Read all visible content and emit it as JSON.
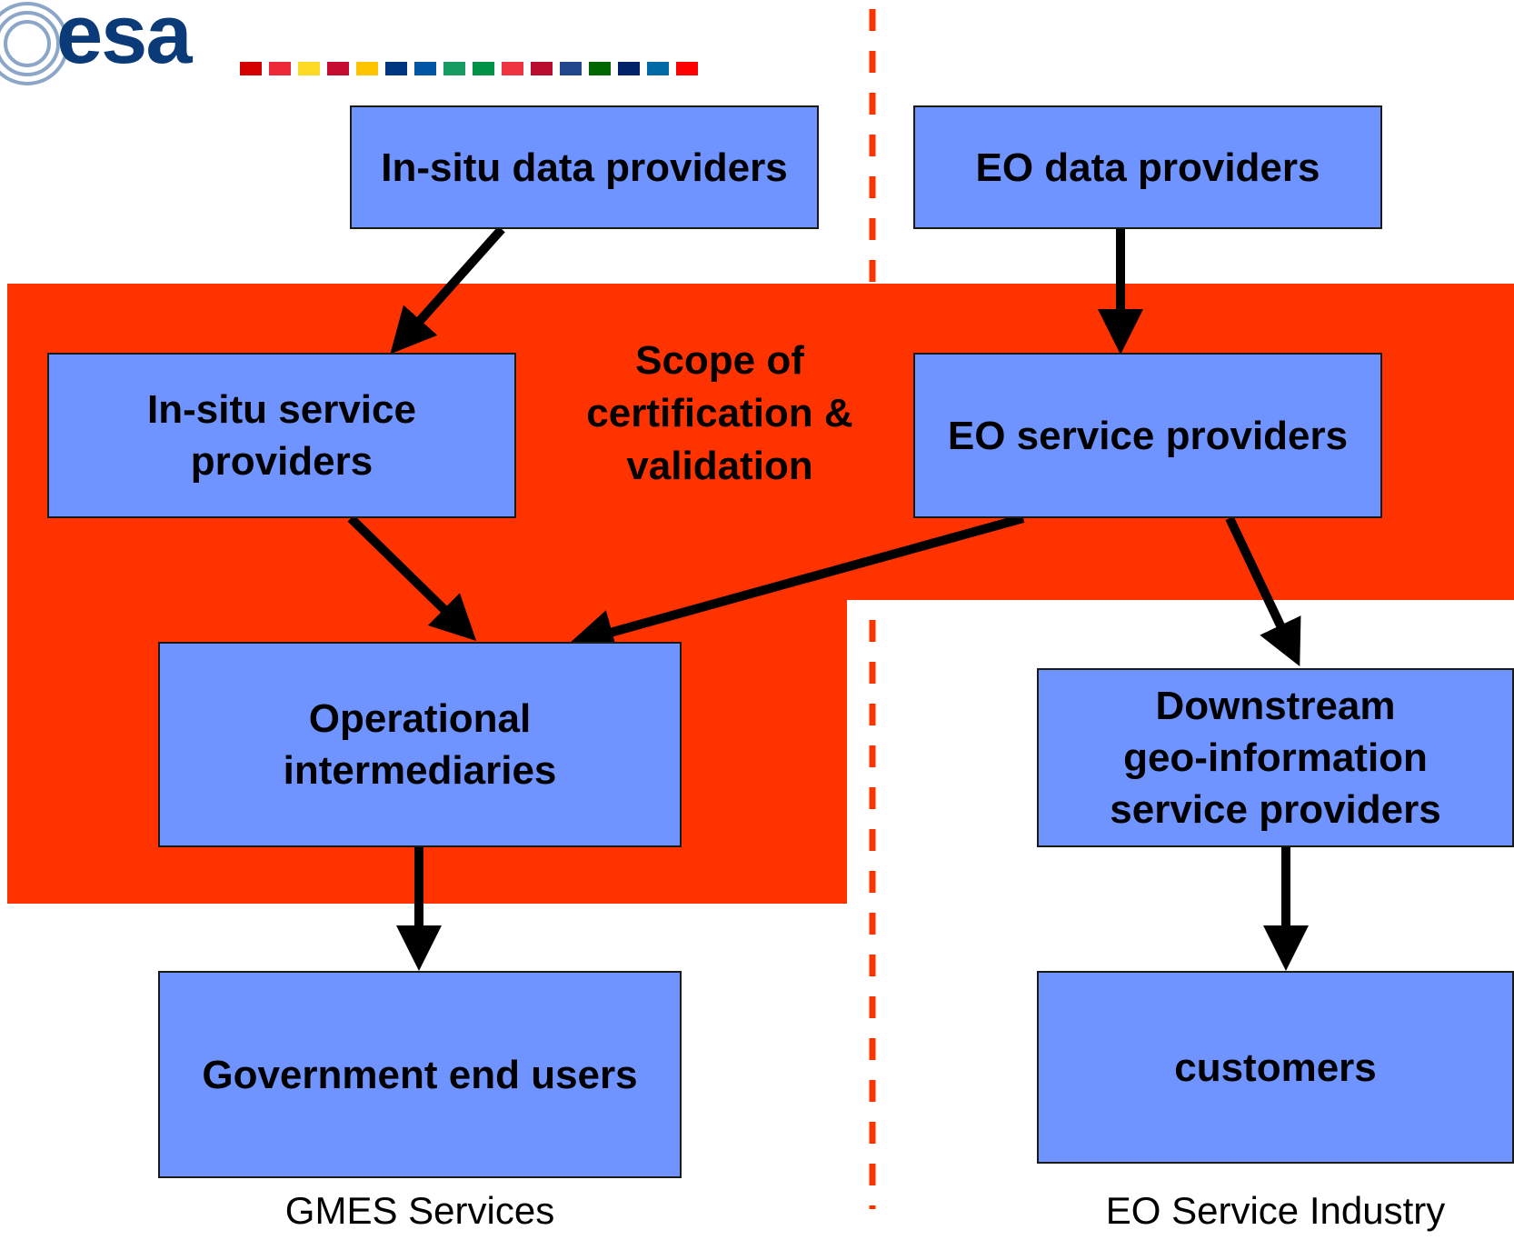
{
  "logo": {
    "text": "esa",
    "icon": "esa-globe-icon",
    "flags_icon": "member-state-flags-icon"
  },
  "boxes": {
    "insitu_data": "In-situ data providers",
    "eo_data": "EO data providers",
    "insitu_service": "In-situ service\nproviders",
    "eo_service": "EO service providers",
    "operational": "Operational\nintermediaries",
    "downstream": "Downstream\ngeo-information\nservice providers",
    "government": "Government end users",
    "customers": "customers"
  },
  "scope_label": "Scope of\ncertification &\nvalidation",
  "captions": {
    "left": "GMES Services",
    "right": "EO Service Industry"
  },
  "colors": {
    "box": "#6f93ff",
    "scope_region": "#ff3300",
    "divider": "#ff3300",
    "arrow": "#000000",
    "logo": "#0b3a78"
  }
}
